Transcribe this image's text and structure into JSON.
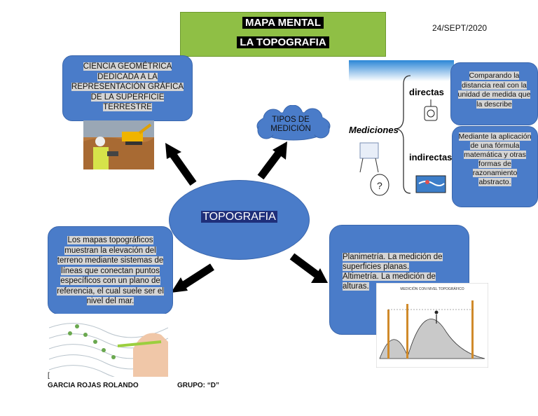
{
  "title": {
    "line1": "MAPA MENTAL",
    "line2": "LA TOPOGRAFIA"
  },
  "date": "24/SEPT/2020",
  "center": "TOPOGRAFIA",
  "definition": "CIENCIA GEOMÉTRICA DEDICADA A LA REPRESENTACIÓN GRÁFICA DE LA SUPERFICIE TERRESTRE",
  "types": "TIPOS DE MEDICIÓN",
  "maps": "Los mapas topográficos muestran la elevación del terreno mediante sistemas de líneas que conectan puntos específicos con un plano de referencia, el cual suele ser el nivel del mar.",
  "branches": {
    "planimetria": "Planimetría. La medición de superficies planas.",
    "altimetria": "Altimetría. La medición de alturas."
  },
  "mediciones": {
    "title": "Mediciones",
    "directas": "directas",
    "indirectas": "indirectas",
    "directas_desc": "Comparando la distancia real con la unidad de medida que la describe",
    "indirectas_desc": "Mediante la aplicación de una fórmula matemática y otras formas de razonamiento abstracto."
  },
  "leveling_caption": "MEDICIÓN CON NIVEL TOPOGRÁFICO",
  "footer": {
    "author": "GARCIA ROJAS ROLANDO",
    "group": "GRUPO: “D”",
    "bracket": "["
  },
  "colors": {
    "box_blue": "#4a7cc9",
    "title_green": "#8fbf45"
  }
}
